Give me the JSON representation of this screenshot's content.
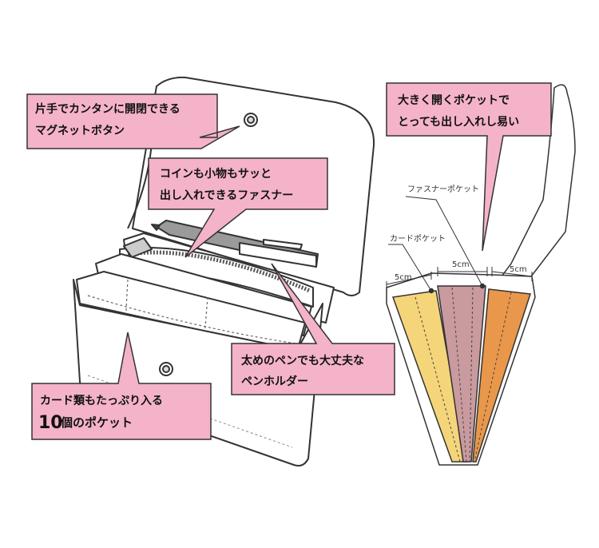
{
  "callouts": {
    "magnet": {
      "line1": "片手でカンタンに開閉できる",
      "line2": "マグネットボタン"
    },
    "zipper": {
      "line1": "コインも小物もサッと",
      "line2": "出し入れできるファスナー"
    },
    "pocket_open": {
      "line1": "大きく開くポケットで",
      "line2": "とっても出し入れし易い"
    },
    "pen_holder": {
      "line1": "太めのペンでも大丈夫な",
      "line2": "ペンホルダー"
    },
    "card_pockets": {
      "line1": "カード類もたっぷり入る",
      "line2_number": "10",
      "line2_rest": "個のポケット"
    }
  },
  "labels": {
    "fastener_pocket": "ファスナーポケット",
    "card_pocket": "カードポケット",
    "dim_left": "5cm",
    "dim_center": "5cm",
    "dim_right": "5cm"
  },
  "colors": {
    "callout_fill": "#f4b3c9",
    "callout_stroke": "#333333",
    "pocket_yellow": "#f5d57a",
    "pocket_pink": "#c99a9e",
    "pocket_orange": "#e9974a",
    "outline": "#333333"
  }
}
